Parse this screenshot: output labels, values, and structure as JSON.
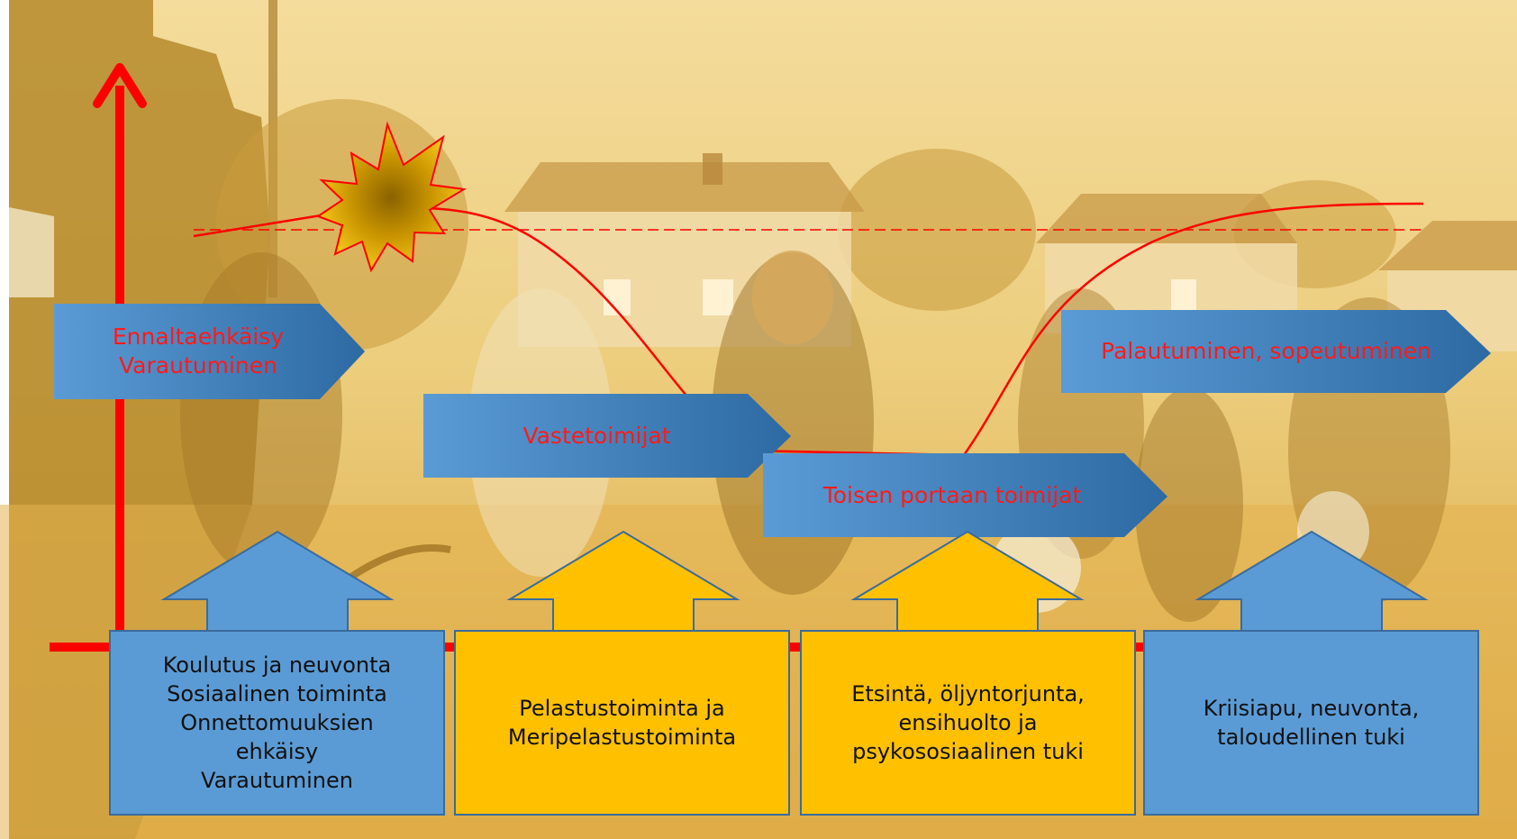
{
  "phase_arrows": [
    {
      "id": "prevention",
      "lines": [
        "Ennaltaehkäisy",
        "Varautuminen"
      ]
    },
    {
      "id": "response",
      "lines": [
        "Vastetoimijat"
      ]
    },
    {
      "id": "second-tier",
      "lines": [
        "Toisen portaan toimijat"
      ]
    },
    {
      "id": "recovery",
      "lines": [
        "Palautuminen, sopeutuminen"
      ]
    }
  ],
  "callouts": [
    {
      "id": "training",
      "color": "#5b9bd5",
      "lines": [
        "Koulutus ja neuvonta",
        "Sosiaalinen toiminta",
        "Onnettomuuksien",
        "ehkäisy",
        "Varautuminen"
      ]
    },
    {
      "id": "rescue",
      "color": "#ffc000",
      "lines": [
        "Pelastustoiminta ja",
        "Meripelastustoiminta"
      ]
    },
    {
      "id": "search",
      "color": "#ffc000",
      "lines": [
        "Etsintä, öljyntorjunta,",
        "ensihuolto ja",
        "psykososiaalinen tuki"
      ]
    },
    {
      "id": "crisis",
      "color": "#5b9bd5",
      "lines": [
        "Kriisiapu, neuvonta,",
        "taloudellinen tuki"
      ]
    }
  ],
  "colors": {
    "axis": "#ff0000",
    "curve": "#ff0000",
    "phase_text": "#ff1a1a",
    "arrow_fill_start": "#5b9bd5",
    "arrow_fill_end": "#2f5f8f",
    "background_tint": "#e8b84a"
  },
  "icons": {
    "event": "explosion-burst-icon"
  }
}
